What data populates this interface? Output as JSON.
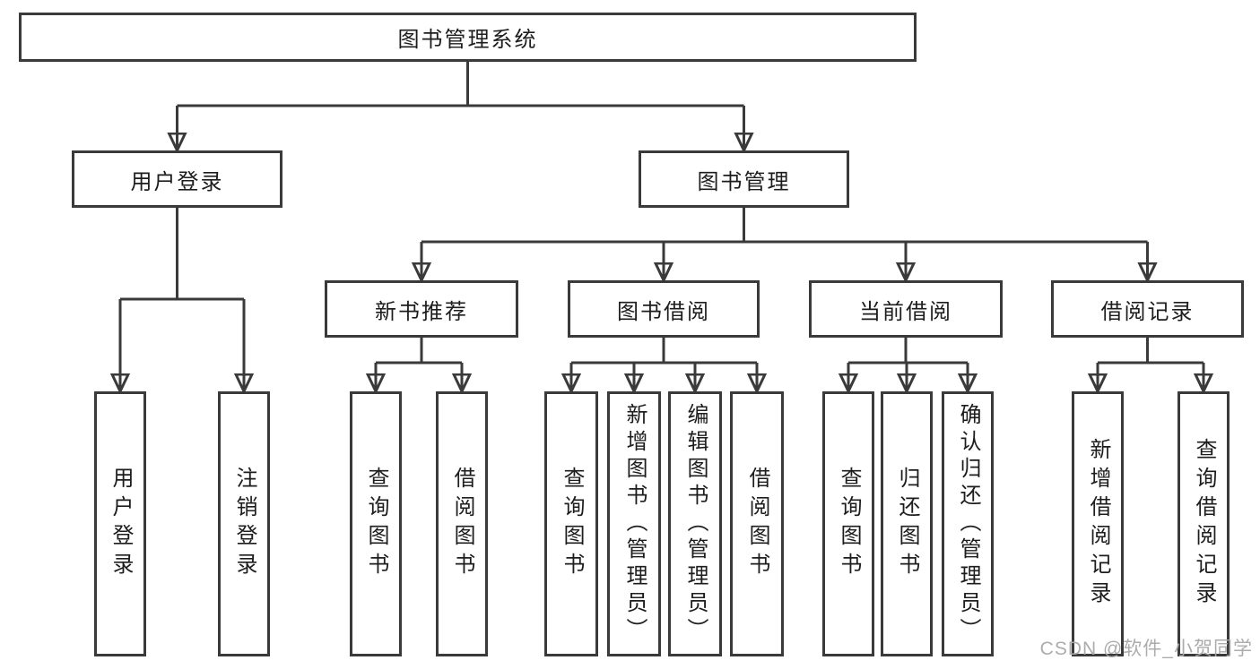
{
  "tree": {
    "root": {
      "label": "图书管理系统"
    },
    "branches": [
      {
        "label": "用户登录",
        "children": [
          {
            "label": "用户登录"
          },
          {
            "label": "注销登录"
          }
        ]
      },
      {
        "label": "图书管理",
        "children": [
          {
            "label": "新书推荐",
            "children": [
              {
                "label": "查询图书"
              },
              {
                "label": "借阅图书"
              }
            ]
          },
          {
            "label": "图书借阅",
            "children": [
              {
                "label": "查询图书"
              },
              {
                "label": "新增图书（管理员）"
              },
              {
                "label": "编辑图书（管理员）"
              },
              {
                "label": "借阅图书"
              }
            ]
          },
          {
            "label": "当前借阅",
            "children": [
              {
                "label": "查询图书"
              },
              {
                "label": "归还图书"
              },
              {
                "label": "确认归还（管理员）"
              }
            ]
          },
          {
            "label": "借阅记录",
            "children": [
              {
                "label": "新增借阅记录"
              },
              {
                "label": "查询借阅记录"
              }
            ]
          }
        ]
      }
    ]
  },
  "watermark": "CSDN @软件_小贺同学",
  "colors": {
    "line": "#3a3a3a",
    "box_border": "#3a3a3a",
    "text": "#1d1d1d",
    "watermark": "#a8a8a8",
    "background": "#ffffff"
  }
}
